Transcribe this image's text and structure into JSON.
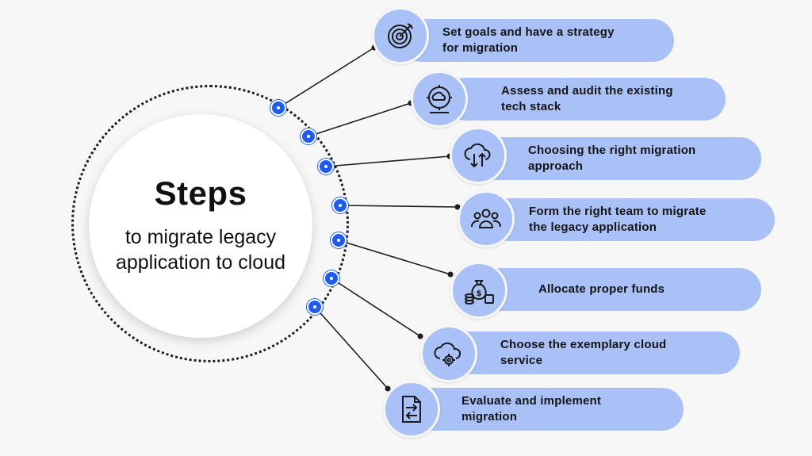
{
  "center": {
    "title": "Steps",
    "subtitle_line1": "to migrate legacy",
    "subtitle_line2": "application to cloud"
  },
  "steps": [
    {
      "line1": "Set goals and have a strategy",
      "line2": "for migration",
      "icon": "target-icon"
    },
    {
      "line1": "Assess and audit the existing",
      "line2": "tech stack",
      "icon": "cloud-audit-icon"
    },
    {
      "line1": "Choosing the right migration",
      "line2": "approach",
      "icon": "cloud-transfer-icon"
    },
    {
      "line1": "Form the right team to migrate",
      "line2": "the legacy application",
      "icon": "team-icon"
    },
    {
      "line1": "Allocate proper funds",
      "line2": "",
      "icon": "money-bag-icon"
    },
    {
      "line1": "Choose the exemplary cloud",
      "line2": "service",
      "icon": "cloud-gear-icon"
    },
    {
      "line1": "Evaluate and implement",
      "line2": "migration",
      "icon": "document-exchange-icon"
    }
  ],
  "colors": {
    "pill": "#a9c1f7",
    "node": "#1e5cf0",
    "line": "#1d1d1d"
  }
}
